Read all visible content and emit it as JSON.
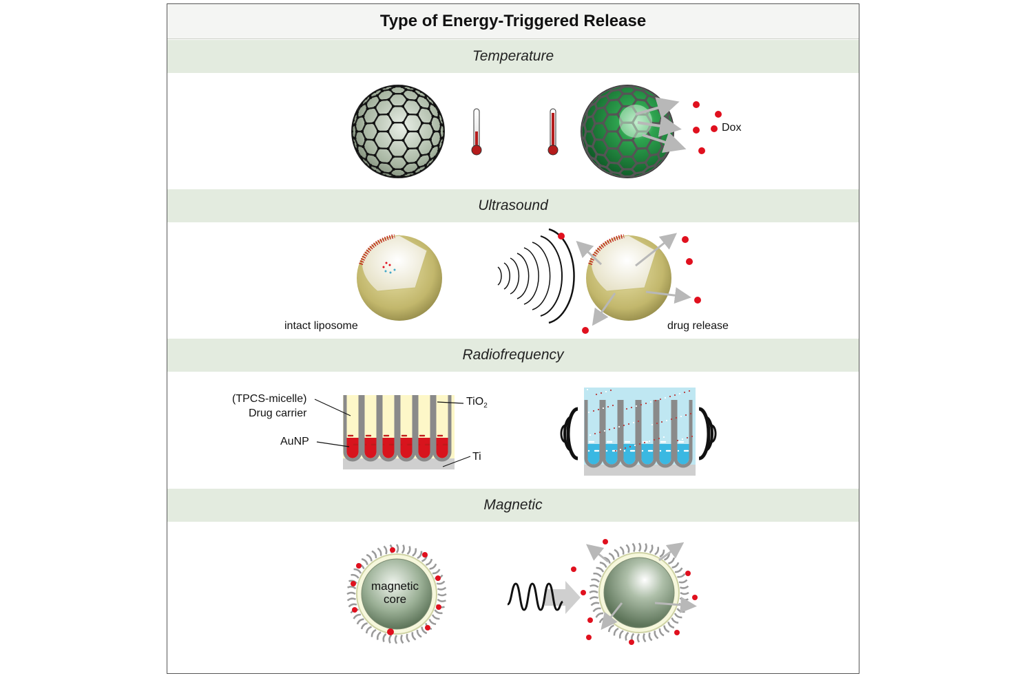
{
  "title": "Type of Energy-Triggered Release",
  "sections": {
    "temperature": {
      "heading": "Temperature",
      "dox_label": "Dox"
    },
    "ultrasound": {
      "heading": "Ultrasound",
      "left_label": "intact liposome",
      "right_label": "drug release"
    },
    "radiofrequency": {
      "heading": "Radiofrequency",
      "carrier_label_line1": "(TPCS-micelle)",
      "carrier_label_line2": "Drug carrier",
      "aunp_label": "AuNP",
      "tio2_label": "TiO",
      "tio2_sub": "2",
      "ti_label": "Ti"
    },
    "magnetic": {
      "heading": "Magnetic",
      "core_label_line1": "magnetic",
      "core_label_line2": "core"
    }
  },
  "colors": {
    "band": "#e3ebdf",
    "release_dot": "#e0101e",
    "fullerene_green": "#1e8a3c",
    "liposome_gold": "#c2b76c",
    "rf_fluid": "#8fd3ea",
    "tube_fill": "#fdf7c8"
  }
}
